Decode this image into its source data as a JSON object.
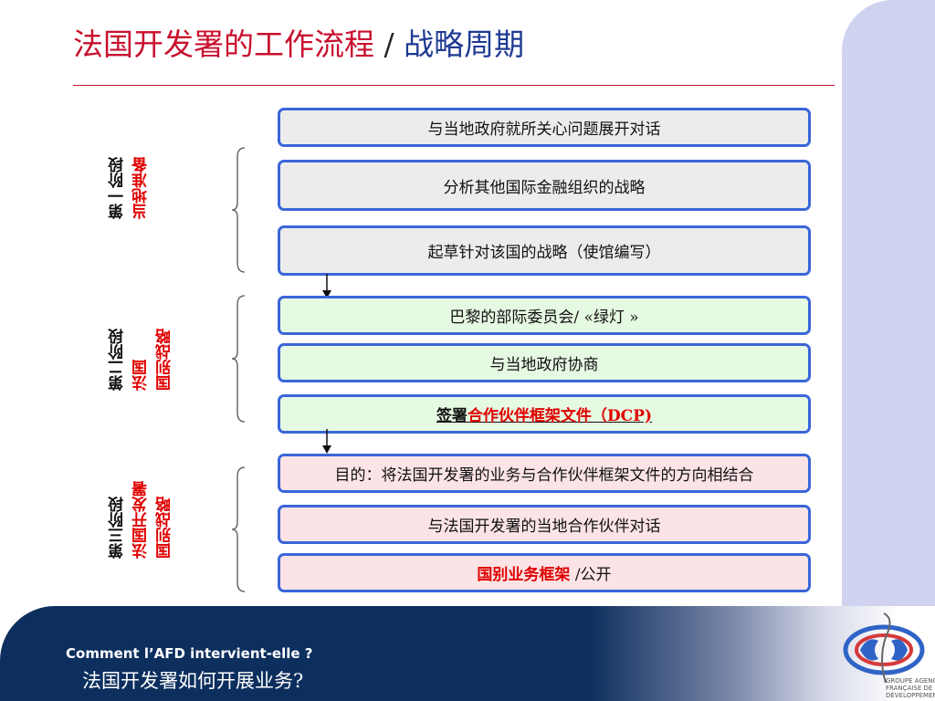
{
  "title": {
    "main": "法国开发署的工作流程",
    "sep": " / ",
    "sub": "战略周期"
  },
  "phases": [
    {
      "line1": "第一阶段",
      "line2": "当地准备",
      "line3": ""
    },
    {
      "line1": "第二阶段",
      "line2": "法国",
      "line3": "国别战略"
    },
    {
      "line1": "第三阶段",
      "line2": "法国开发署",
      "line3": "国别战略"
    }
  ],
  "steps": {
    "s1": [
      "与当地政府就所关心问题展开对话",
      "分析其他国际金融组织的战略",
      "起草针对该国的战略（使馆编写）"
    ],
    "s2a": "巴黎的部际委员会/ «绿灯 »",
    "s2b": "与当地政府协商",
    "s2c": {
      "prefix": "签署",
      "highlight": "合作伙伴框架文件（",
      "abbr": "DCP)"
    },
    "s3a": "目的：将法国开发署的业务与合作伙伴框架文件的方向相结合",
    "s3b": "与法国开发署的当地合作伙伴对话",
    "s3c": {
      "highlight": "国别业务框架",
      "suffix": " /公开"
    }
  },
  "footer": {
    "en": "Comment l’AFD intervient-elle ?",
    "cn": "法国开发署如何开展业务?"
  },
  "logo": {
    "lines": [
      "GROUPE AGENCE",
      "FRANÇAISE DE",
      "DÉVELOPPEMENT"
    ]
  },
  "colors": {
    "title_red": "#c8102e",
    "title_blue": "#1f3a93",
    "box_border": "#3a66d9",
    "stage1_fill": "#ececec",
    "stage2_fill": "#e6f9e2",
    "stage3_fill": "#fbe3e6",
    "footer_navy": "#0d2f5e",
    "accent_red": "#e00000"
  }
}
